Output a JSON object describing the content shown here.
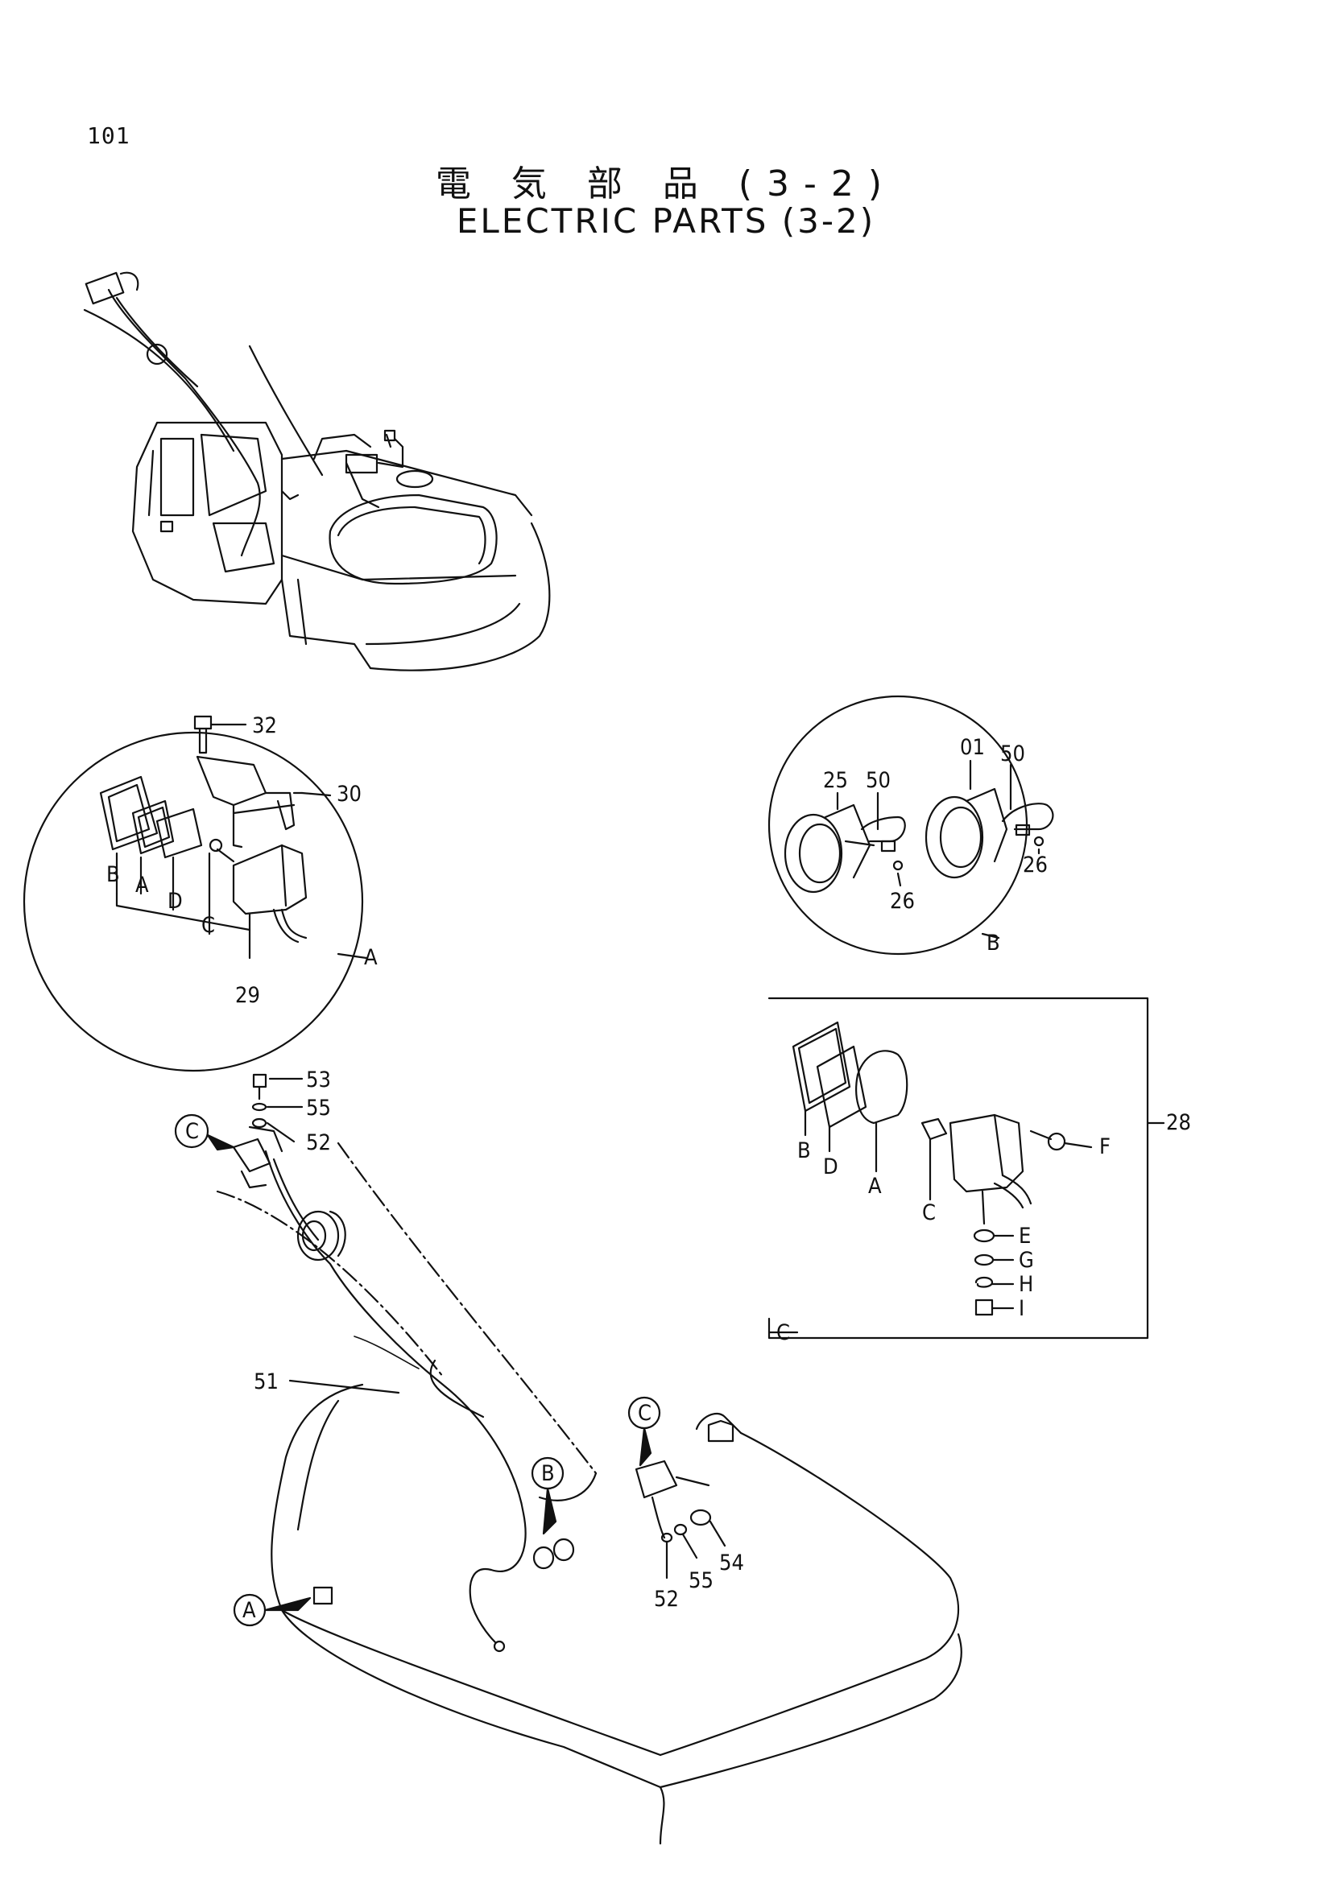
{
  "page_number": "101",
  "title_jp": "電 気 部 品 (3-2)",
  "title_en": "ELECTRIC PARTS (3-2)",
  "detail_a": {
    "circle_label": "A",
    "parts": [
      "32",
      "30",
      "B",
      "A",
      "D",
      "C",
      "29"
    ]
  },
  "detail_b": {
    "circle_label": "B",
    "parts": [
      "25",
      "50",
      "01",
      "50",
      "26",
      "26"
    ]
  },
  "detail_c": {
    "box_label": "C",
    "assembly": "28",
    "parts": [
      "B",
      "D",
      "A",
      "C",
      "F",
      "E",
      "G",
      "H",
      "I"
    ]
  },
  "main_view": {
    "callouts": [
      "C",
      "B",
      "C",
      "A"
    ],
    "parts": [
      "53",
      "55",
      "52",
      "51",
      "54",
      "55",
      "52"
    ]
  }
}
